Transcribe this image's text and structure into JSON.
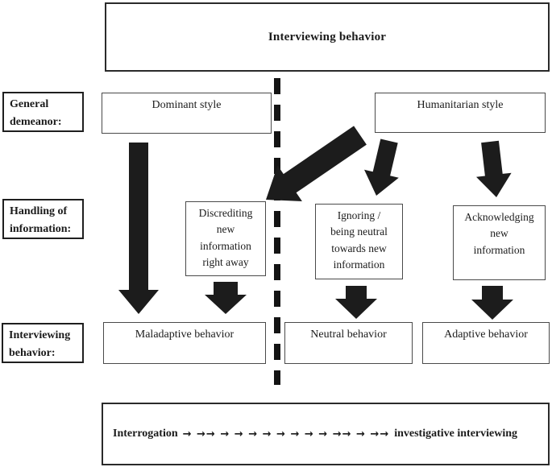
{
  "colors": {
    "ink": "#1b1b1b",
    "arrow_fill": "#1c1c1c",
    "box_border": "#4a4a4a",
    "label_border": "#1f1f1f",
    "background": "#ffffff"
  },
  "title_box": {
    "title": "Interviewing behavior"
  },
  "row_labels": {
    "demeanor": "General\ndemeanor:",
    "handling": "Handling of\ninformation:",
    "behavior": "Interviewing\nbehavior:"
  },
  "demeanor_row": {
    "dominant": "Dominant style",
    "humanitarian": "Humanitarian style"
  },
  "handling_row": {
    "discrediting": "Discrediting\nnew\ninformation\nright away",
    "ignoring": "Ignoring /\nbeing neutral\ntowards new\ninformation",
    "acknowledging": "Acknowledging\nnew\ninformation"
  },
  "behavior_row": {
    "maladaptive": "Maladaptive behavior",
    "neutral": "Neutral behavior",
    "adaptive": "Adaptive behavior"
  },
  "continuum": {
    "start": "Interrogation",
    "arrows": "→ →→ → → → → → → → → →→ → →→",
    "end": "investigative interviewing"
  }
}
